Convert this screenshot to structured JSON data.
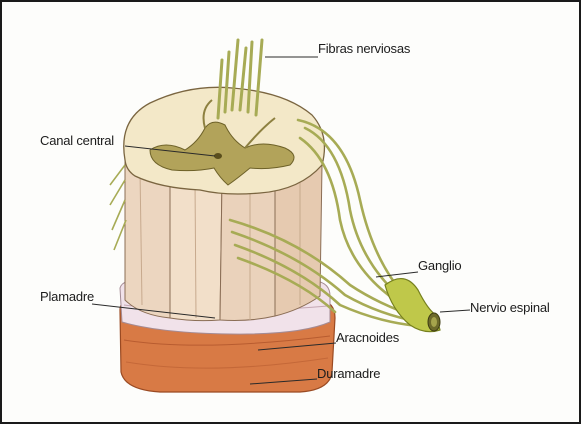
{
  "diagram": {
    "labels": {
      "fibras": "Fibras nerviosas",
      "canal": "Canal central",
      "ganglio": "Ganglio",
      "plamadre": "Plamadre",
      "nervio": "Nervio espinal",
      "aracnoides": "Aracnoides",
      "duramadre": "Duramadre"
    },
    "colors": {
      "white_matter": "#f3e8c8",
      "gray_matter": "#b2a35a",
      "nerve_fibers": "#a7ab55",
      "column": "#ecd6c0",
      "pia_mater": "#f1e2ea",
      "dura_mater": "#d87a45",
      "ganglion": "#bfc84a"
    }
  }
}
